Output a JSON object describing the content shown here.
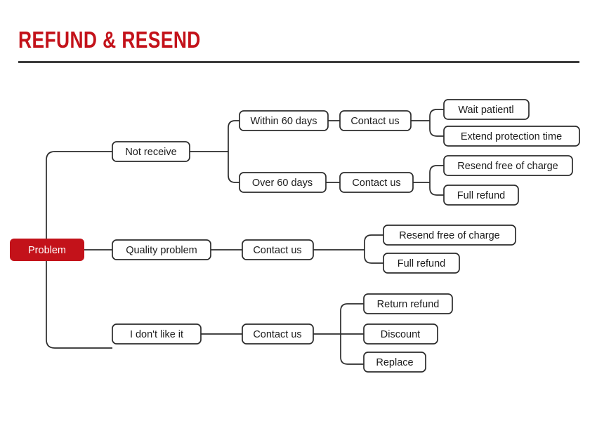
{
  "header": {
    "title": "REFUND & RESEND",
    "title_color": "#c3121a",
    "rule_color": "#3b3b3b"
  },
  "theme": {
    "root_fill": "#c3121a",
    "root_text": "#ffffff",
    "node_fill": "#ffffff",
    "node_stroke": "#2b2b2b",
    "node_text": "#1c1c1c",
    "background": "#ffffff"
  },
  "diagram": {
    "type": "tree",
    "orientation": "left-to-right",
    "root": {
      "id": "problem",
      "label": "Problem"
    },
    "nodes": [
      {
        "id": "not-receive",
        "label": "Not receive",
        "level": 1
      },
      {
        "id": "within-60-days",
        "label": "Within 60 days",
        "level": 2
      },
      {
        "id": "contact-us-1",
        "label": "Contact us",
        "level": 3
      },
      {
        "id": "wait-patientl",
        "label": "Wait patientl",
        "level": 4
      },
      {
        "id": "extend-protection",
        "label": "Extend protection time",
        "level": 4
      },
      {
        "id": "over-60-days",
        "label": "Over 60 days",
        "level": 2
      },
      {
        "id": "contact-us-2",
        "label": "Contact us",
        "level": 3
      },
      {
        "id": "resend-free-1",
        "label": "Resend free of charge",
        "level": 4
      },
      {
        "id": "full-refund-1",
        "label": "Full refund",
        "level": 4
      },
      {
        "id": "quality-problem",
        "label": "Quality problem",
        "level": 1
      },
      {
        "id": "contact-us-3",
        "label": "Contact us",
        "level": 2
      },
      {
        "id": "resend-free-2",
        "label": "Resend free of charge",
        "level": 3
      },
      {
        "id": "full-refund-2",
        "label": "Full refund",
        "level": 3
      },
      {
        "id": "dont-like-it",
        "label": "I don't like it",
        "level": 1
      },
      {
        "id": "contact-us-4",
        "label": "Contact us",
        "level": 2
      },
      {
        "id": "return-refund",
        "label": "Return refund",
        "level": 3
      },
      {
        "id": "discount",
        "label": "Discount",
        "level": 3
      },
      {
        "id": "replace",
        "label": "Replace",
        "level": 3
      }
    ],
    "edges": [
      [
        "problem",
        "not-receive"
      ],
      [
        "problem",
        "quality-problem"
      ],
      [
        "problem",
        "dont-like-it"
      ],
      [
        "not-receive",
        "within-60-days"
      ],
      [
        "not-receive",
        "over-60-days"
      ],
      [
        "within-60-days",
        "contact-us-1"
      ],
      [
        "contact-us-1",
        "wait-patientl"
      ],
      [
        "contact-us-1",
        "extend-protection"
      ],
      [
        "over-60-days",
        "contact-us-2"
      ],
      [
        "contact-us-2",
        "resend-free-1"
      ],
      [
        "contact-us-2",
        "full-refund-1"
      ],
      [
        "quality-problem",
        "contact-us-3"
      ],
      [
        "contact-us-3",
        "resend-free-2"
      ],
      [
        "contact-us-3",
        "full-refund-2"
      ],
      [
        "dont-like-it",
        "contact-us-4"
      ],
      [
        "contact-us-4",
        "return-refund"
      ],
      [
        "contact-us-4",
        "discount"
      ],
      [
        "contact-us-4",
        "replace"
      ]
    ]
  }
}
